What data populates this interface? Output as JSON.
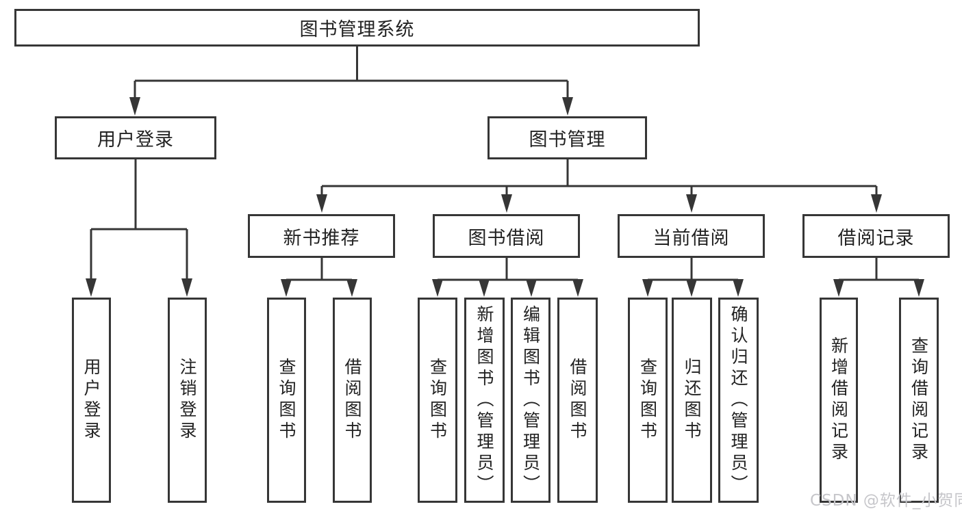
{
  "colors": {
    "line": "#363636",
    "box_border": "#363636",
    "box_background": "#ffffff",
    "text": "#222222",
    "page_background": "#ffffff",
    "watermark": "#c6c6ca"
  },
  "tree": {
    "root": {
      "label": "图书管理系统"
    },
    "level2": [
      {
        "label": "用户登录",
        "children": [
          {
            "label": "用户登录"
          },
          {
            "label": "注销登录"
          }
        ]
      },
      {
        "label": "图书管理",
        "children": [
          {
            "label": "新书推荐",
            "children": [
              {
                "label": "查询图书"
              },
              {
                "label": "借阅图书"
              }
            ]
          },
          {
            "label": "图书借阅",
            "children": [
              {
                "label": "查询图书"
              },
              {
                "label": "新增图书（管理员）"
              },
              {
                "label": "编辑图书（管理员）"
              },
              {
                "label": "借阅图书"
              }
            ]
          },
          {
            "label": "当前借阅",
            "children": [
              {
                "label": "查询图书"
              },
              {
                "label": "归还图书"
              },
              {
                "label": "确认归还（管理员）"
              }
            ]
          },
          {
            "label": "借阅记录",
            "children": [
              {
                "label": "新增借阅记录"
              },
              {
                "label": "查询借阅记录"
              }
            ]
          }
        ]
      }
    ]
  },
  "watermark": {
    "text": "CSDN @软件_小贺同学"
  }
}
